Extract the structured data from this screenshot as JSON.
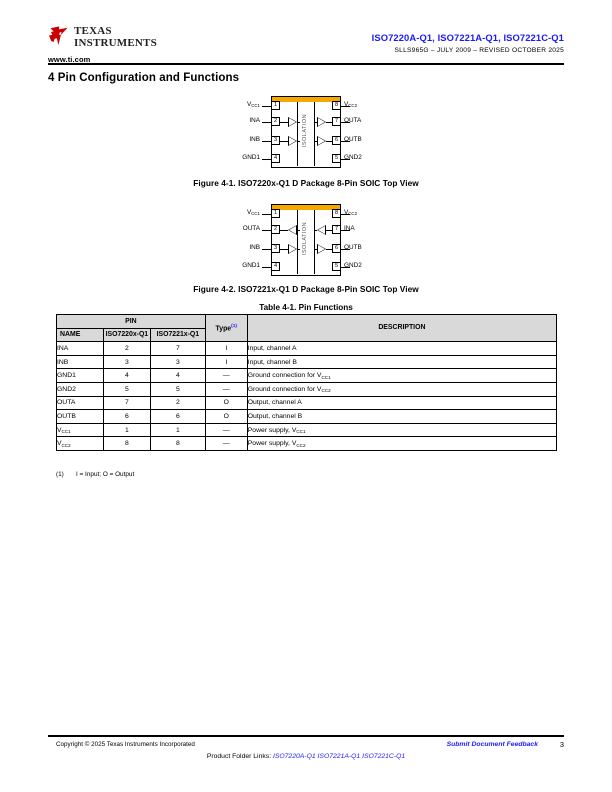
{
  "header": {
    "logo_line1": "TEXAS",
    "logo_line2": "INSTRUMENTS",
    "url": "www.ti.com",
    "part_numbers": "ISO7220A-Q1, ISO7221A-Q1, ISO7221C-Q1",
    "doc_line": "SLLS965G – JULY 2009 – REVISED OCTOBER 2025",
    "accent_blue": "#1a1aff",
    "ti_red": "#cc0000"
  },
  "section": {
    "title": "4 Pin Configuration and Functions"
  },
  "figures": [
    {
      "id": "fig-4-1",
      "caption": "Figure 4-1. ISO7220x-Q1 D Package 8-Pin SOIC Top View",
      "isolation_label": "ISOLATION",
      "top_bar_color": "#f5a800",
      "left_pins": [
        {
          "num": "1",
          "label": "VCC1",
          "base": "V",
          "sub": "CC1"
        },
        {
          "num": "2",
          "label": "INA",
          "base": "INA",
          "sub": ""
        },
        {
          "num": "3",
          "label": "INB",
          "base": "INB",
          "sub": ""
        },
        {
          "num": "4",
          "label": "GND1",
          "base": "GND1",
          "sub": ""
        }
      ],
      "right_pins": [
        {
          "num": "8",
          "label": "VCC2",
          "base": "V",
          "sub": "CC2"
        },
        {
          "num": "7",
          "label": "OUTA",
          "base": "OUTA",
          "sub": ""
        },
        {
          "num": "6",
          "label": "OUTB",
          "base": "OUTB",
          "sub": ""
        },
        {
          "num": "5",
          "label": "GND2",
          "base": "GND2",
          "sub": ""
        }
      ],
      "channel_a_direction": "right",
      "channel_b_direction": "right"
    },
    {
      "id": "fig-4-2",
      "caption": "Figure 4-2. ISO7221x-Q1 D Package 8-Pin SOIC Top View",
      "isolation_label": "ISOLATION",
      "top_bar_color": "#f5a800",
      "left_pins": [
        {
          "num": "1",
          "label": "VCC1",
          "base": "V",
          "sub": "CC1"
        },
        {
          "num": "2",
          "label": "OUTA",
          "base": "OUTA",
          "sub": ""
        },
        {
          "num": "3",
          "label": "INB",
          "base": "INB",
          "sub": ""
        },
        {
          "num": "4",
          "label": "GND1",
          "base": "GND1",
          "sub": ""
        }
      ],
      "right_pins": [
        {
          "num": "8",
          "label": "VCC2",
          "base": "V",
          "sub": "CC2"
        },
        {
          "num": "7",
          "label": "INA",
          "base": "INA",
          "sub": ""
        },
        {
          "num": "6",
          "label": "OUTB",
          "base": "OUTB",
          "sub": ""
        },
        {
          "num": "5",
          "label": "GND2",
          "base": "GND2",
          "sub": ""
        }
      ],
      "channel_a_direction": "left",
      "channel_b_direction": "right"
    }
  ],
  "table": {
    "caption": "Table 4-1. Pin Functions",
    "group_header": "PIN",
    "columns": {
      "name": "NAME",
      "iso7220x": "ISO7220x-Q1",
      "iso7221x": "ISO7221x-Q1",
      "type": "Type",
      "type_footnote": "(1)",
      "description": "DESCRIPTION"
    },
    "rows": [
      {
        "name": "INA",
        "name_sub": "",
        "p7220": "2",
        "p7221": "7",
        "type": "I",
        "desc": "Input, channel A",
        "desc_sub": ""
      },
      {
        "name": "INB",
        "name_sub": "",
        "p7220": "3",
        "p7221": "3",
        "type": "I",
        "desc": "Input, channel B",
        "desc_sub": ""
      },
      {
        "name": "GND1",
        "name_sub": "",
        "p7220": "4",
        "p7221": "4",
        "type": "—",
        "desc": "Ground connection for V",
        "desc_sub": "CC1"
      },
      {
        "name": "GND2",
        "name_sub": "",
        "p7220": "5",
        "p7221": "5",
        "type": "—",
        "desc": "Ground connection for V",
        "desc_sub": "CC2"
      },
      {
        "name": "OUTA",
        "name_sub": "",
        "p7220": "7",
        "p7221": "2",
        "type": "O",
        "desc": "Output, channel A",
        "desc_sub": ""
      },
      {
        "name": "OUTB",
        "name_sub": "",
        "p7220": "6",
        "p7221": "6",
        "type": "O",
        "desc": "Output, channel B",
        "desc_sub": ""
      },
      {
        "name": "V",
        "name_sub": "CC1",
        "p7220": "1",
        "p7221": "1",
        "type": "—",
        "desc": "Power supply, V",
        "desc_sub": "CC1"
      },
      {
        "name": "V",
        "name_sub": "CC2",
        "p7220": "8",
        "p7221": "8",
        "type": "—",
        "desc": "Power supply, V",
        "desc_sub": "CC2"
      }
    ],
    "footnote_number": "(1)",
    "footnote_text": "I = Input; O = Output"
  },
  "footer": {
    "copyright": "Copyright © 2025 Texas Instruments Incorporated",
    "feedback": "Submit Document Feedback",
    "page_number": "3",
    "product_links_label": "Product Folder Links:",
    "product_links": "ISO7220A-Q1 ISO7221A-Q1 ISO7221C-Q1"
  }
}
